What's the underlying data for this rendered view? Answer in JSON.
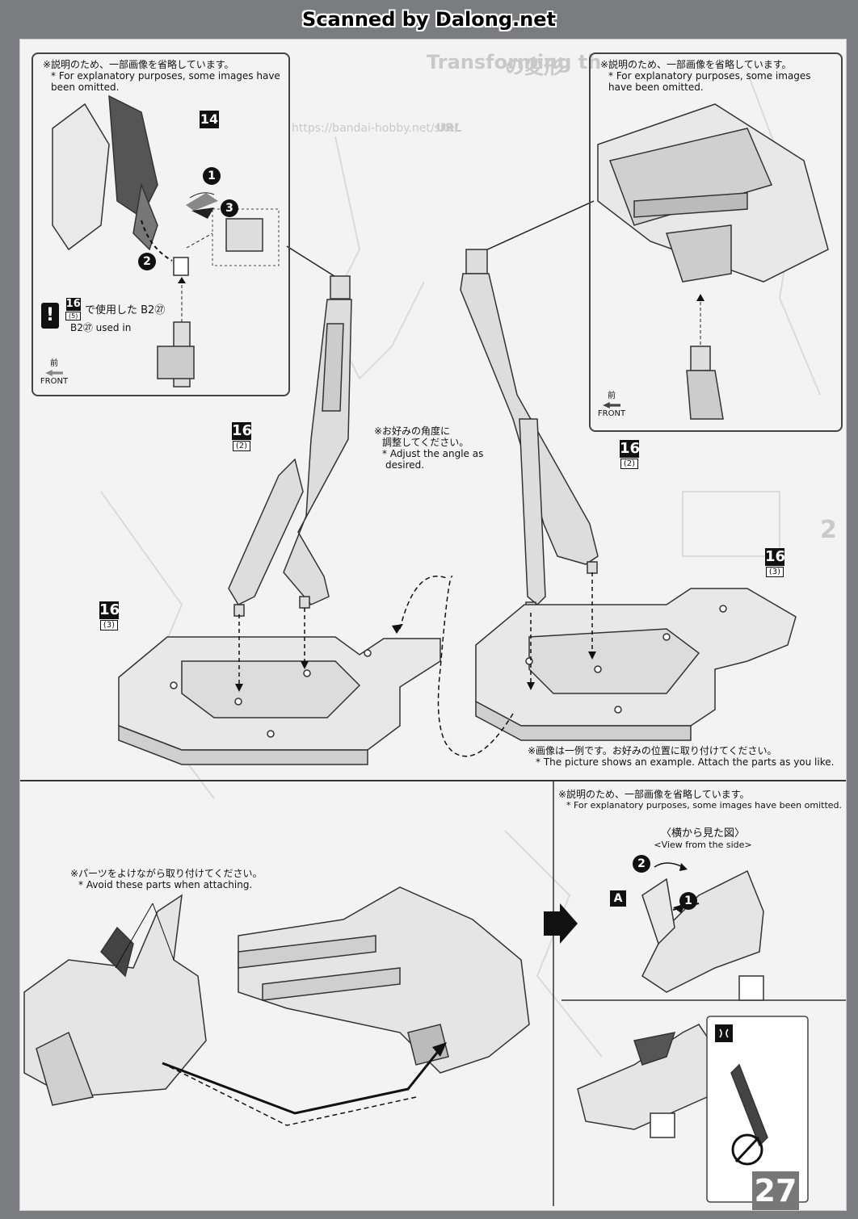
{
  "header": {
    "scanner_credit": "Scanned by Dalong.net"
  },
  "page_number": "27",
  "panel_left_top": {
    "note_jp": "※説明のため、一部画像を省略しています。",
    "note_en": "* For explanatory purposes, some images have been omitted.",
    "step_main": "14",
    "step_1": "1",
    "step_2": "2",
    "step_3": "3",
    "caution_jp": "で使用した B2㉗",
    "caution_en": "B2㉗ used in",
    "caution_ref_num": "16",
    "caution_ref_sub": "(5)",
    "front_jp": "前",
    "front_en": "FRONT"
  },
  "panel_right_top": {
    "note_jp": "※説明のため、一部画像を省略しています。",
    "note_en": "* For explanatory purposes, some images have been omitted.",
    "front_jp": "前",
    "front_en": "FRONT"
  },
  "stand_left": {
    "part_num": "16",
    "part_sub": "(2)",
    "base_num": "16",
    "base_sub": "(3)"
  },
  "stand_right": {
    "part_num": "16",
    "part_sub": "(2)",
    "base_num": "16",
    "base_sub": "(3)"
  },
  "angle_note": {
    "jp_line1": "※お好みの角度に",
    "jp_line2": "調整してください。",
    "en_line1": "* Adjust the angle as",
    "en_line2": "desired."
  },
  "example_note": {
    "jp": "※画像は一例です。お好みの位置に取り付けてください。",
    "en": "* The picture shows an example. Attach the parts as you like."
  },
  "bottom_left": {
    "note_jp": "※パーツをよけながら取り付けてください。",
    "note_en": "* Avoid these parts when attaching."
  },
  "bottom_right": {
    "note_jp": "※説明のため、一部画像を省略しています。",
    "note_en": "* For explanatory purposes, some images have been omitted.",
    "view_jp": "〈横から見た図〉",
    "view_en": "<View from the side>",
    "part_letter": "A",
    "step_1": "1",
    "step_2": "2"
  },
  "background_text": {
    "title_fragment": "Transforming th",
    "title_jp": "の変形",
    "url_label": "URL",
    "url": "https://bandai-hobby.net/site/",
    "page_label": "2"
  }
}
